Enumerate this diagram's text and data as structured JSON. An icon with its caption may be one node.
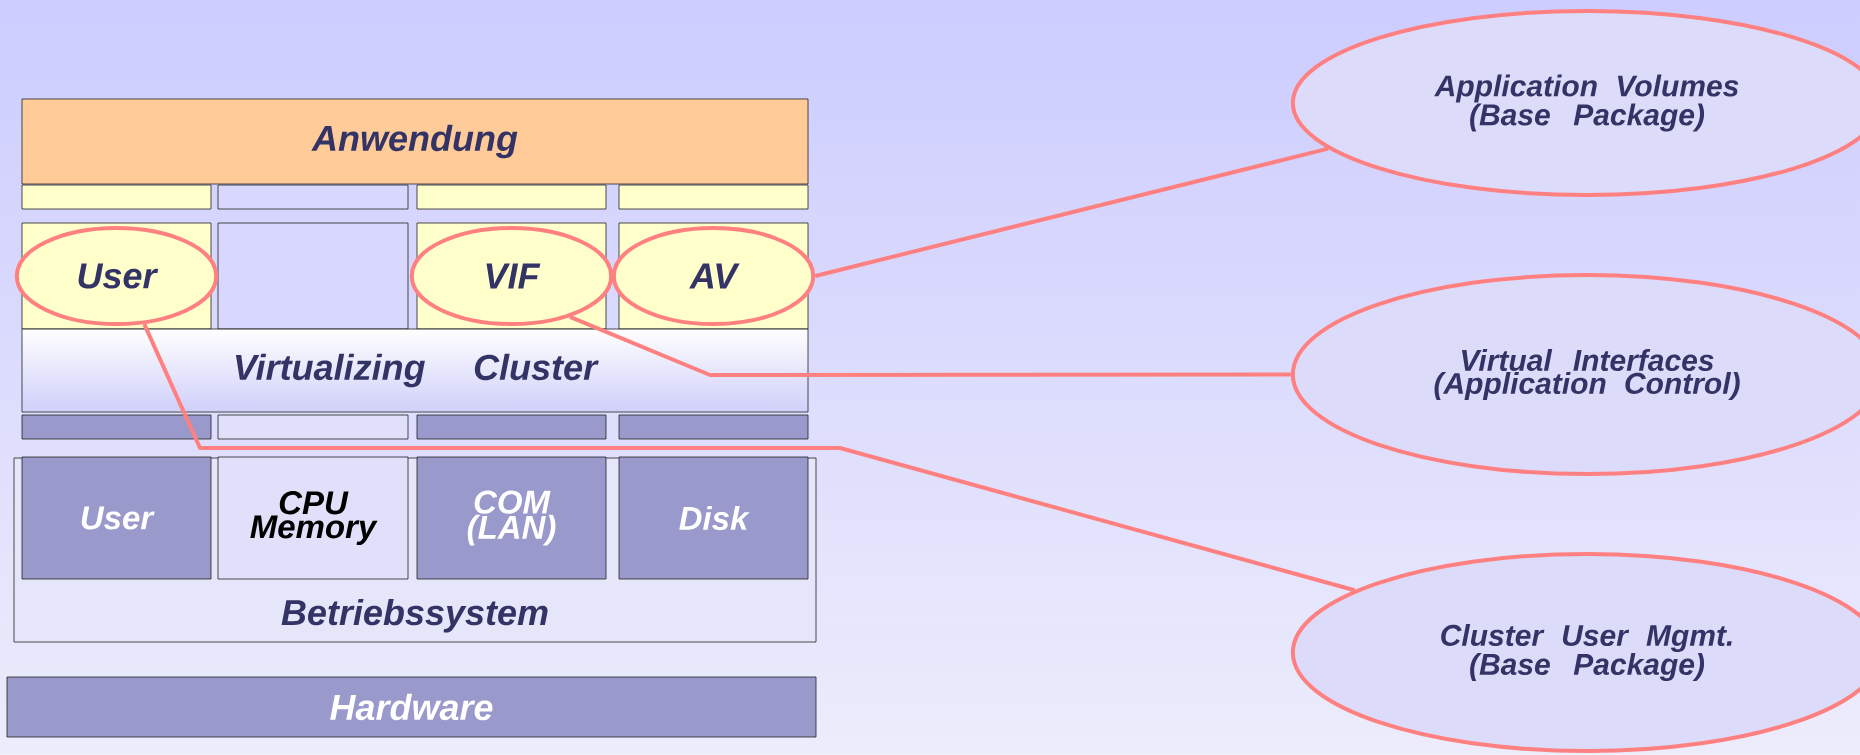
{
  "diagram": {
    "nodes": [
      {
        "text": [
          "Anwendung"
        ]
      },
      {
        "text": [],
        "shape": "box"
      },
      {
        "text": [],
        "shape": "box"
      },
      {
        "text": [],
        "shape": "box"
      },
      {
        "text": [],
        "shape": "box"
      },
      {
        "text": [],
        "shape": "box"
      },
      {
        "text": [],
        "shape": "box"
      },
      {
        "text": [],
        "shape": "box"
      },
      {
        "text": [],
        "shape": "box"
      },
      {
        "text": [
          "User"
        ],
        "in": 5
      },
      {
        "text": [
          "VIF"
        ],
        "in": 7
      },
      {
        "text": [
          "AV"
        ],
        "in": 8
      },
      {
        "text": [
          "Virtualizing Cluster"
        ]
      },
      {
        "text": [],
        "shape": "box"
      },
      {
        "text": [],
        "shape": "box"
      },
      {
        "text": [],
        "shape": "box"
      },
      {
        "text": [],
        "shape": "box"
      },
      {
        "text": [
          "Betriebssystem"
        ]
      },
      {
        "text": [
          "User"
        ],
        "in": 17
      },
      {
        "text": [
          "CPU Memory"
        ],
        "in": 17
      },
      {
        "text": [
          "COM (LAN)"
        ],
        "in": 17
      },
      {
        "text": [
          "Disk"
        ],
        "in": 17
      },
      {
        "text": [
          "Hardware"
        ]
      },
      {
        "text": [
          "Application Volumes (Base Package)"
        ]
      },
      {
        "text": [
          "Virtual Interfaces (Application Control)"
        ]
      },
      {
        "text": [
          "Cluster User Mgmt. (Base Package)"
        ]
      }
    ],
    "edges": [
      {
        "from": 11,
        "to": 23,
        "arrow": "none"
      },
      {
        "from": 10,
        "to": 24,
        "arrow": "none"
      },
      {
        "from": 9,
        "to": 25,
        "arrow": "none"
      }
    ]
  }
}
